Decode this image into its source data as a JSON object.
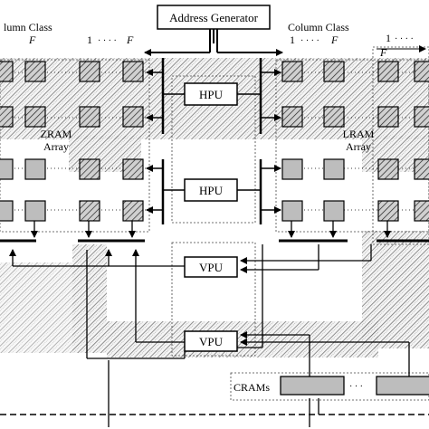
{
  "diagram": {
    "address_generator": "Address Generator",
    "column_class_left": "lumn Class",
    "column_class_right": "Column Class",
    "range_start": "1",
    "range_dots": "· · · ·",
    "range_end": "F",
    "zram_label_1": "ZRAM",
    "zram_label_2": "Array",
    "lram_label_1": "LRAM",
    "lram_label_2": "Array",
    "hpu_label": "HPU",
    "vpu_label": "VPU",
    "crams_label": "CRAMs",
    "dots": "· · ·"
  },
  "colors": {
    "cell_fill": "#bdbdbd",
    "hatch_region": "#d6d6d6",
    "stroke": "#000000",
    "background": "#ffffff"
  }
}
